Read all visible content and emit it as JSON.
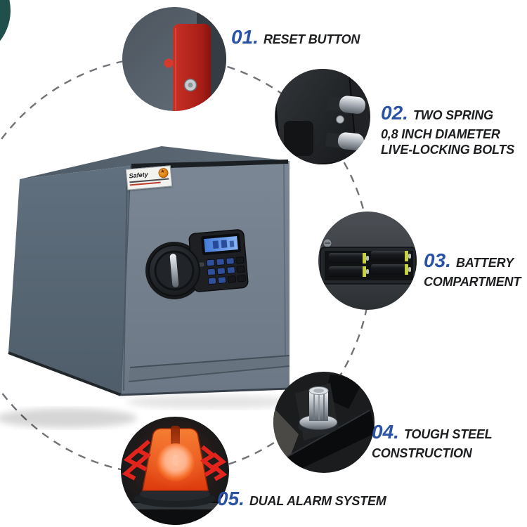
{
  "title": "Digital Safe Features Infographic",
  "colors": {
    "background": "#ffffff",
    "number_accent_blue": "#2a52a5",
    "caption_text": "#1d1e20",
    "dashed_connector": "#6f7276",
    "safe_top_face": "#586570",
    "safe_side_face": "#5b6a78",
    "safe_front_face": "#75818e",
    "reset_panel_red": "#b3241d",
    "alarm_beacon_orange": "#e8501f",
    "alarm_zigzag_red": "#e2241c",
    "battery_cap_yellow": "#c8d23a",
    "bolt_chrome": "#c9ced3",
    "lcd_blue": "#7fb2f4"
  },
  "safe": {
    "sticker_text": "Safety"
  },
  "callouts": [
    {
      "number": "01.",
      "line1": "RESET BUTTON"
    },
    {
      "number": "02.",
      "line1": "TWO SPRING",
      "line2": "0,8 INCH DIAMETER",
      "line3": "LIVE-LOCKING BOLTS"
    },
    {
      "number": "03.",
      "line1": "BATTERY",
      "line2": "COMPARTMENT"
    },
    {
      "number": "04.",
      "line1": "TOUGH STEEL",
      "line2": "CONSTRUCTION"
    },
    {
      "number": "05.",
      "line1": "DUAL ALARM SYSTEM"
    }
  ]
}
